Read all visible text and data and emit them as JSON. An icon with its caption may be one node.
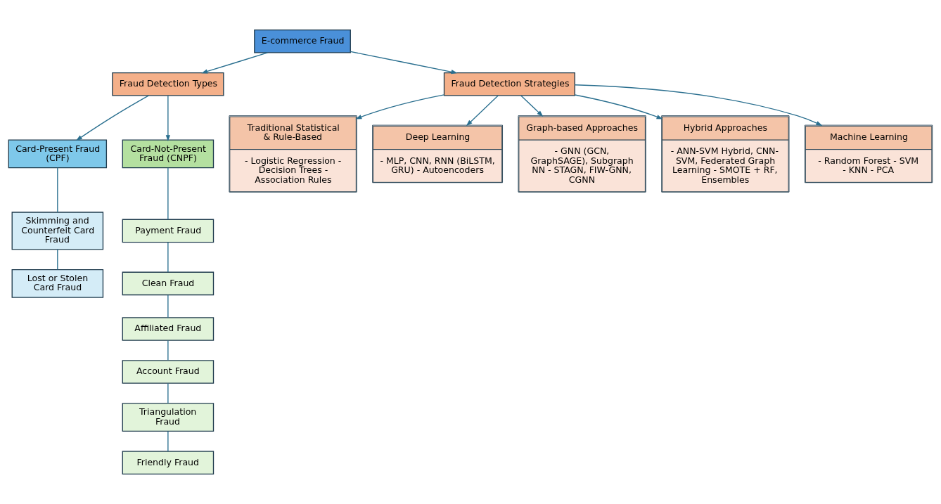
{
  "diagram": {
    "nodes": [
      {
        "text": [
          "E-commerce Fraud"
        ]
      },
      {
        "text": [
          "Fraud Detection Types"
        ]
      },
      {
        "text": [
          "Fraud Detection Strategies"
        ]
      },
      {
        "text": [
          "Card-Present Fraud (CPF)"
        ]
      },
      {
        "text": [
          "Skimming and Counterfeit Card Fraud"
        ]
      },
      {
        "text": [
          "Lost or Stolen Card Fraud"
        ]
      },
      {
        "text": [
          "Card-Not-Present Fraud (CNPF)"
        ]
      },
      {
        "text": [
          "Payment Fraud"
        ]
      },
      {
        "text": [
          "Clean Fraud"
        ]
      },
      {
        "text": [
          "Affiliated Fraud"
        ]
      },
      {
        "text": [
          "Account Fraud"
        ]
      },
      {
        "text": [
          "Triangulation Fraud"
        ]
      },
      {
        "text": [
          "Friendly Fraud"
        ]
      },
      {
        "text": [
          "Traditional Statistical & Rule-Based",
          "- Logistic Regression - Decision Trees - Association Rules"
        ]
      },
      {
        "text": [
          "Deep Learning",
          "- MLP, CNN, RNN (BiLSTM, GRU) - Autoencoders"
        ]
      },
      {
        "text": [
          "Graph-based Approaches",
          "- GNN (GCN, GraphSAGE), Subgraph NN - STAGN, FIW-GNN, CGNN"
        ]
      },
      {
        "text": [
          "Hybrid Approaches",
          "- ANN-SVM Hybrid, CNN-SVM, Federated Graph Learning - SMOTE + RF, Ensembles"
        ]
      },
      {
        "text": [
          "Machine Learning",
          "- Random Forest - SVM - KNN - PCA"
        ]
      }
    ],
    "edges": [
      {
        "from": 0,
        "to": 1,
        "arrow": "to"
      },
      {
        "from": 0,
        "to": 2,
        "arrow": "to"
      },
      {
        "from": 1,
        "to": 3,
        "arrow": "to"
      },
      {
        "from": 1,
        "to": 6,
        "arrow": "to"
      },
      {
        "from": 3,
        "to": 4,
        "arrow": "none"
      },
      {
        "from": 4,
        "to": 5,
        "arrow": "none"
      },
      {
        "from": 6,
        "to": 7,
        "arrow": "none"
      },
      {
        "from": 7,
        "to": 8,
        "arrow": "none"
      },
      {
        "from": 8,
        "to": 9,
        "arrow": "none"
      },
      {
        "from": 9,
        "to": 10,
        "arrow": "none"
      },
      {
        "from": 10,
        "to": 11,
        "arrow": "none"
      },
      {
        "from": 11,
        "to": 12,
        "arrow": "none"
      },
      {
        "from": 2,
        "to": 13,
        "arrow": "to"
      },
      {
        "from": 2,
        "to": 14,
        "arrow": "to"
      },
      {
        "from": 2,
        "to": 15,
        "arrow": "to"
      },
      {
        "from": 2,
        "to": 17,
        "arrow": "to"
      },
      {
        "from": 2,
        "to": 16,
        "arrow": "to"
      }
    ]
  }
}
